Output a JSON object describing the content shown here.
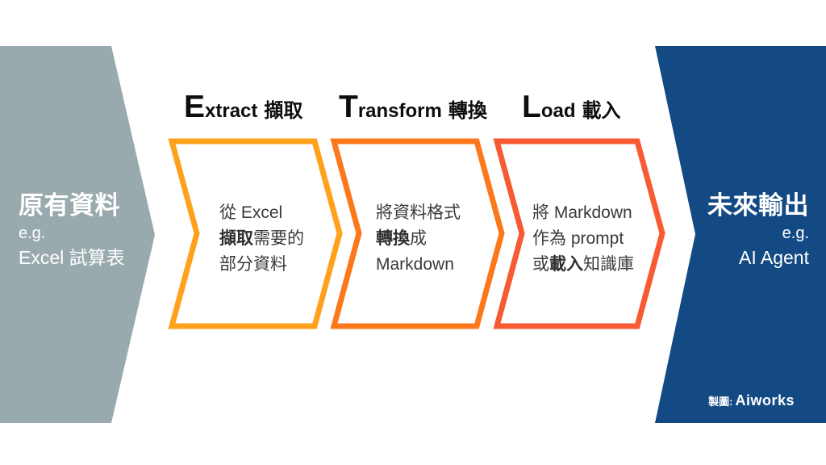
{
  "panels": {
    "source": {
      "title": "原有資料",
      "eg": "e.g.",
      "example": "Excel 試算表",
      "color": "#99AAAE"
    },
    "output": {
      "title": "未來輸出",
      "eg": "e.g.",
      "example": "AI Agent",
      "color": "#134A83"
    }
  },
  "steps": [
    {
      "title_initial": "E",
      "title_rest": "xtract",
      "title_cjk": "擷取",
      "accent": "#FFA11D",
      "lines": [
        {
          "pre": "從 Excel",
          "bold": "",
          "post": ""
        },
        {
          "pre": "",
          "bold": "擷取",
          "post": "需要的"
        },
        {
          "pre": "部分資料",
          "bold": "",
          "post": ""
        }
      ]
    },
    {
      "title_initial": "T",
      "title_rest": "ransform",
      "title_cjk": "轉換",
      "accent": "#FB791B",
      "lines": [
        {
          "pre": "將資料格式",
          "bold": "",
          "post": ""
        },
        {
          "pre": "",
          "bold": "轉換",
          "post": "成"
        },
        {
          "pre": "Markdown",
          "bold": "",
          "post": ""
        }
      ]
    },
    {
      "title_initial": "L",
      "title_rest": "oad",
      "title_cjk": "載入",
      "accent": "#F85A33",
      "lines": [
        {
          "pre": "將 Markdown",
          "bold": "",
          "post": ""
        },
        {
          "pre": "作為 prompt",
          "bold": "",
          "post": ""
        },
        {
          "pre": "或",
          "bold": "載入",
          "post": "知識庫"
        }
      ]
    }
  ],
  "credit": {
    "label": "製圖:",
    "brand": "Aiworks"
  }
}
